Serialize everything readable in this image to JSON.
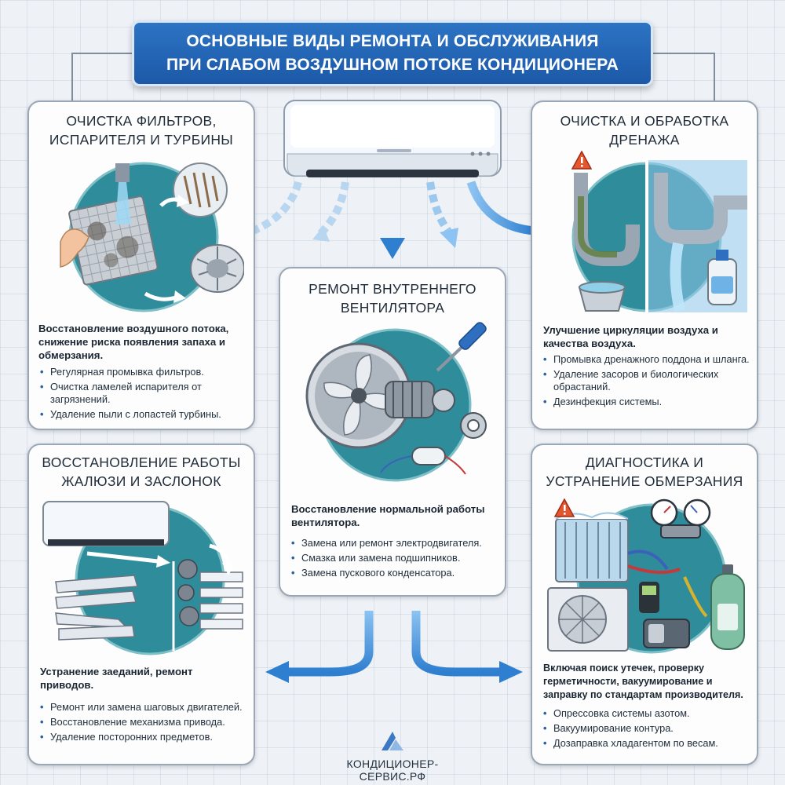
{
  "header": {
    "line1": "ОСНОВНЫЕ ВИДЫ РЕМОНТА И ОБСЛУЖИВАНИЯ",
    "line2": "ПРИ СЛАБОМ ВОЗДУШНОМ ПОТОКЕ КОНДИЦИОНЕРА"
  },
  "cards": {
    "filters": {
      "title1": "ОЧИСТКА ФИЛЬТРОВ,",
      "title2": "ИСПАРИТЕЛЯ И ТУРБИНЫ",
      "desc1": "Восстановление воздушного потока,",
      "desc2": "снижение риска появления запаха и",
      "desc3": "обмерзания.",
      "items": [
        "Регулярная промывка фильтров.",
        "Очистка ламелей испарителя от загрязнений.",
        "Удаление пыли с лопастей турбины."
      ]
    },
    "drainage": {
      "title1": "ОЧИСТКА И ОБРАБОТКА",
      "title2": "ДРЕНАЖА",
      "desc1": "Улучшение циркуляции воздуха и",
      "desc2": "качества воздуха.",
      "items": [
        "Промывка дренажного поддона и шланга.",
        "Удаление засоров и биологических обрастаний.",
        "Дезинфекция системы."
      ]
    },
    "fan": {
      "title1": "РЕМОНТ ВНУТРЕННЕГО",
      "title2": "ВЕНТИЛЯТОРА",
      "desc1": "Восстановление нормальной работы",
      "desc2": "вентилятора.",
      "items": [
        "Замена или ремонт электродвигателя.",
        "Смазка или замена подшипников.",
        "Замена пускового конденсатора."
      ]
    },
    "louvers": {
      "title1": "ВОССТАНОВЛЕНИЕ РАБОТЫ",
      "title2": "ЖАЛЮЗИ И ЗАСЛОНОК",
      "desc1": "Устранение заеданий, ремонт",
      "desc2": "приводов.",
      "items": [
        "Ремонт или замена шаговых двигателей.",
        "Восстановление механизма привода.",
        "Удаление посторонних предметов."
      ]
    },
    "freezing": {
      "title1": "ДИАГНОСТИКА И",
      "title2": "УСТРАНЕНИЕ ОБМЕРЗАНИЯ",
      "desc1": "Включая поиск утечек, проверку",
      "desc2": "герметичности, вакуумирование и",
      "desc3": "заправку по стандартам производителя.",
      "items": [
        "Опрессовка системы азотом.",
        "Вакуумирование контура.",
        "Дозаправка хладагентом по весам."
      ]
    }
  },
  "footer": {
    "brand": "КОНДИЦИОНЕР-СЕРВИС.РФ"
  },
  "colors": {
    "banner": "#1c58a8",
    "arrow": "#3f8fdc",
    "circle": "#2f8c9a",
    "card_border": "#9aa7b6"
  },
  "icons": [
    "warning-icon",
    "screwdriver-icon",
    "fan-icon",
    "pressure-gauge-icon",
    "refrigerant-cylinder-icon",
    "air-conditioner-icon"
  ]
}
